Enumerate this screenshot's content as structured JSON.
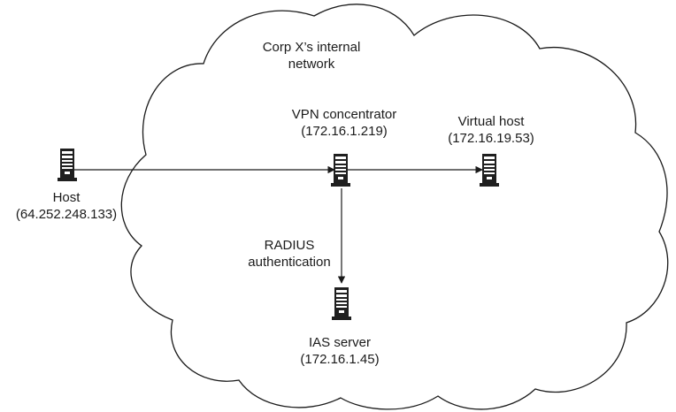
{
  "cloud": {
    "line1": "Corp X’s internal",
    "line2": "network"
  },
  "nodes": {
    "host": {
      "name": "Host",
      "address": "(64.252.248.133)",
      "icon": "server-tower-icon"
    },
    "vpn": {
      "name": "VPN concentrator",
      "address": "(172.16.1.219)",
      "icon": "server-tower-icon"
    },
    "virtual": {
      "name": "Virtual host",
      "address": "(172.16.19.53)",
      "icon": "server-tower-icon"
    },
    "ias": {
      "name": "IAS server",
      "address": "(172.16.1.45)",
      "icon": "server-tower-icon"
    }
  },
  "edge_labels": {
    "radius_line1": "RADIUS",
    "radius_line2": "authentication"
  }
}
